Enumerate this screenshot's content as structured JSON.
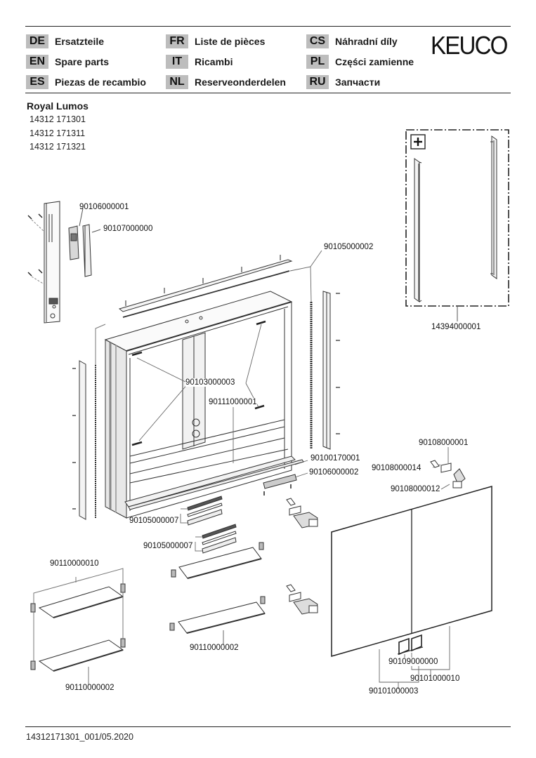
{
  "header": {
    "brand": "KEUCO",
    "languages": [
      {
        "code": "DE",
        "label": "Ersatzteile"
      },
      {
        "code": "EN",
        "label": "Spare parts"
      },
      {
        "code": "ES",
        "label": "Piezas de recambio"
      },
      {
        "code": "FR",
        "label": "Liste de pièces"
      },
      {
        "code": "IT",
        "label": "Ricambi"
      },
      {
        "code": "NL",
        "label": "Reserveonderdelen"
      },
      {
        "code": "CS",
        "label": "Náhradní díly"
      },
      {
        "code": "PL",
        "label": "Części zamienne"
      },
      {
        "code": "RU",
        "label": "Запчасти"
      }
    ]
  },
  "product": {
    "name": "Royal Lumos",
    "variants": [
      "14312 171301",
      "14312 171311",
      "14312 171321"
    ]
  },
  "accessory_box": {
    "icon": "plus-icon",
    "part_number": "14394000001"
  },
  "parts": {
    "p1": "90106000001",
    "p2": "90107000000",
    "p3": "90105000002",
    "p4": "90103000003",
    "p5": "90111000001",
    "p6": "90100170001",
    "p7": "90106000002",
    "p8": "90108000001",
    "p9": "90108000014",
    "p10": "90108000012",
    "p11": "90105000007",
    "p12": "90105000007",
    "p13": "90110000010",
    "p14": "90110000002",
    "p15": "90110000002",
    "p16": "90109000000",
    "p17": "90101000010",
    "p18": "90101000003"
  },
  "footer": {
    "document_id": "14312171301_001/05.2020"
  }
}
